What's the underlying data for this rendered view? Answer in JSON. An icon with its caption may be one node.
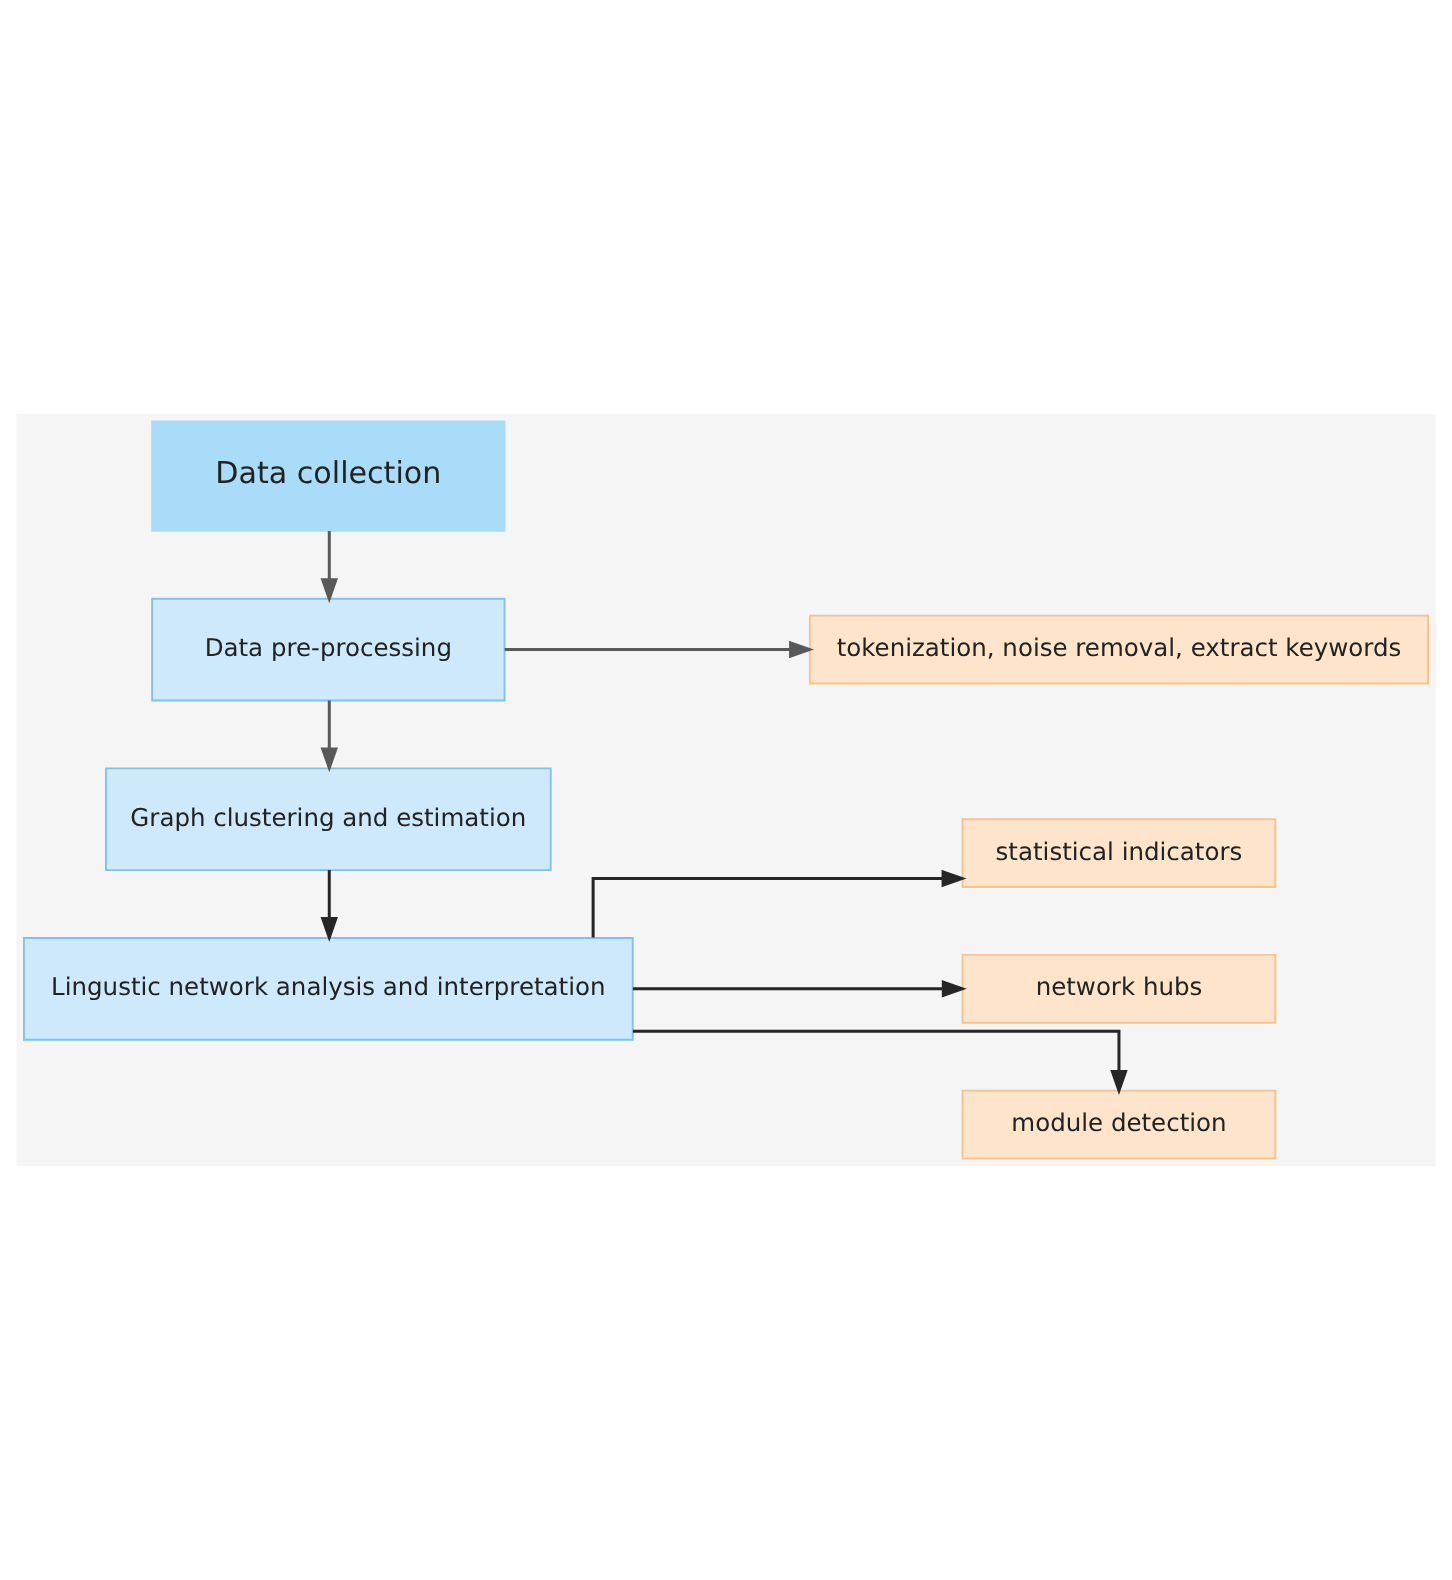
{
  "diagram": {
    "nodes": [
      {
        "text": [
          "Data collection"
        ]
      },
      {
        "text": [
          "Data pre-processing"
        ]
      },
      {
        "text": [
          "tokenization, noise removal, extract keywords"
        ]
      },
      {
        "text": [
          "Graph clustering and estimation"
        ]
      },
      {
        "text": [
          "Lingustic network analysis and interpretation"
        ]
      },
      {
        "text": [
          "statistical indicators"
        ]
      },
      {
        "text": [
          "network hubs"
        ]
      },
      {
        "text": [
          "module detection"
        ]
      }
    ],
    "edges": [
      {
        "from": 0,
        "to": 1,
        "arrow": "to",
        "color": "#595959"
      },
      {
        "from": 1,
        "to": 2,
        "arrow": "to",
        "color": "#595959"
      },
      {
        "from": 1,
        "to": 3,
        "arrow": "to",
        "color": "#595959"
      },
      {
        "from": 3,
        "to": 4,
        "arrow": "to"
      },
      {
        "from": 4,
        "to": 5,
        "arrow": "to"
      },
      {
        "from": 4,
        "to": 6,
        "arrow": "to"
      },
      {
        "from": 4,
        "to": 7,
        "arrow": "to"
      }
    ]
  }
}
